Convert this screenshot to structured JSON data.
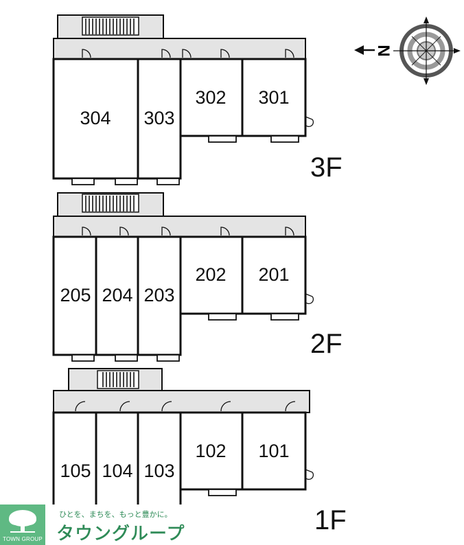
{
  "compass": {
    "label": "N",
    "icon": "compass-rose-icon",
    "arrow": "north-arrow-icon"
  },
  "floors": [
    {
      "label": "3F",
      "units": [
        "304",
        "303",
        "302",
        "301"
      ]
    },
    {
      "label": "2F",
      "units": [
        "205",
        "204",
        "203",
        "202",
        "201"
      ]
    },
    {
      "label": "1F",
      "units": [
        "105",
        "104",
        "103",
        "102",
        "101"
      ]
    }
  ],
  "logo": {
    "mark_text": "TOWN GROUP",
    "slogan": "ひとを、まちを、もっと豊かに。",
    "name": "タウングループ"
  },
  "colors": {
    "corridor": "#e4e4e4",
    "line": "#111111",
    "brand": "#5fb983",
    "brand_text": "#2e8b57"
  }
}
